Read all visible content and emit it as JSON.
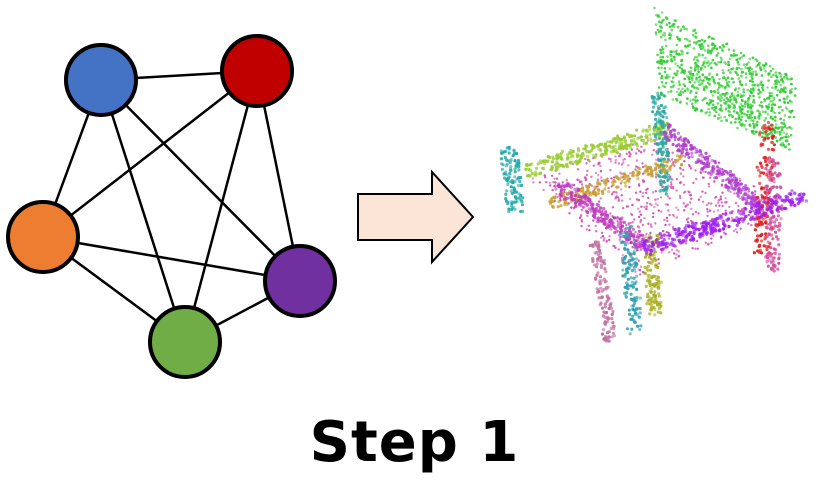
{
  "caption": "Step 1",
  "graph": {
    "nodes": [
      {
        "id": "blue",
        "color": "#4472C4"
      },
      {
        "id": "red",
        "color": "#C00000"
      },
      {
        "id": "orange",
        "color": "#ED7D31"
      },
      {
        "id": "purple",
        "color": "#7030A0"
      },
      {
        "id": "green",
        "color": "#70AD47"
      }
    ],
    "edges": [
      [
        "blue",
        "red"
      ],
      [
        "blue",
        "orange"
      ],
      [
        "blue",
        "purple"
      ],
      [
        "blue",
        "green"
      ],
      [
        "red",
        "orange"
      ],
      [
        "red",
        "purple"
      ],
      [
        "red",
        "green"
      ],
      [
        "orange",
        "purple"
      ],
      [
        "orange",
        "green"
      ],
      [
        "purple",
        "green"
      ]
    ]
  },
  "arrow": {
    "fill": "#FBE5D6",
    "stroke": "#000000"
  },
  "chair_parts": [
    {
      "name": "backrest",
      "color": "#33CC33"
    },
    {
      "name": "back-post-left",
      "color": "#2AA8A0"
    },
    {
      "name": "back-post-right",
      "color": "#E02020"
    },
    {
      "name": "seat",
      "color": "#D04AB0"
    },
    {
      "name": "rail-back",
      "color": "#9ACD32"
    },
    {
      "name": "rail-front",
      "color": "#A020F0"
    },
    {
      "name": "rail-left",
      "color": "#C03CC0"
    },
    {
      "name": "rail-right",
      "color": "#B040D0"
    },
    {
      "name": "rail-mid",
      "color": "#C8A030"
    },
    {
      "name": "leg-front-left",
      "color": "#C070A0"
    },
    {
      "name": "leg-front-mid",
      "color": "#30A0B0"
    },
    {
      "name": "leg-front-right",
      "color": "#A8B020"
    },
    {
      "name": "leg-side-left",
      "color": "#20A8A8"
    },
    {
      "name": "leg-back-right",
      "color": "#D050A0"
    }
  ]
}
